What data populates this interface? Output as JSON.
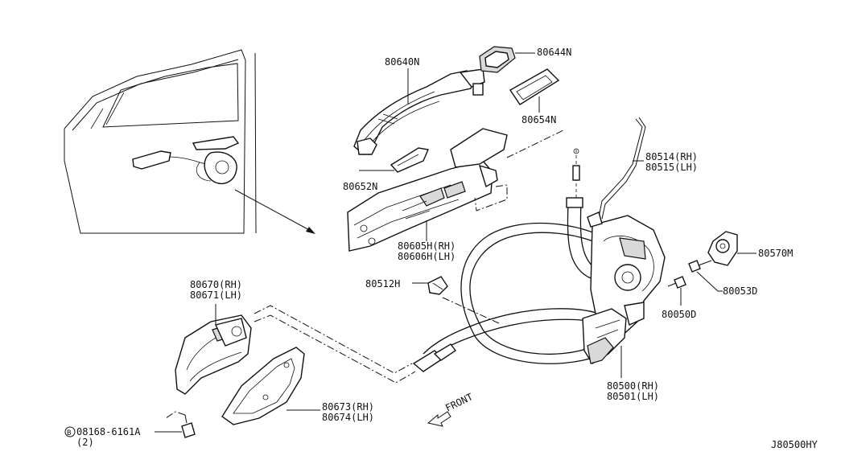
{
  "labels": {
    "p80640N": "80640N",
    "p80644N": "80644N",
    "p80654N": "80654N",
    "p80652N": "80652N",
    "p80514": "80514(RH)",
    "p80515": "80515(LH)",
    "p80605H": "80605H(RH)",
    "p80606H": "80606H(LH)",
    "p80570M": "80570M",
    "p80053D": "80053D",
    "p80050D": "80050D",
    "p80670": "80670(RH)",
    "p80671": "80671(LH)",
    "p80512H": "80512H",
    "p80500": "80500(RH)",
    "p80501": "80501(LH)",
    "p80673": "80673(RH)",
    "p80674": "80674(LH)",
    "bolt_marker": "B",
    "bolt": "08168-6161A",
    "bolt_qty": "(2)",
    "front": "FRONT",
    "diagram_code": "J80500HY"
  }
}
